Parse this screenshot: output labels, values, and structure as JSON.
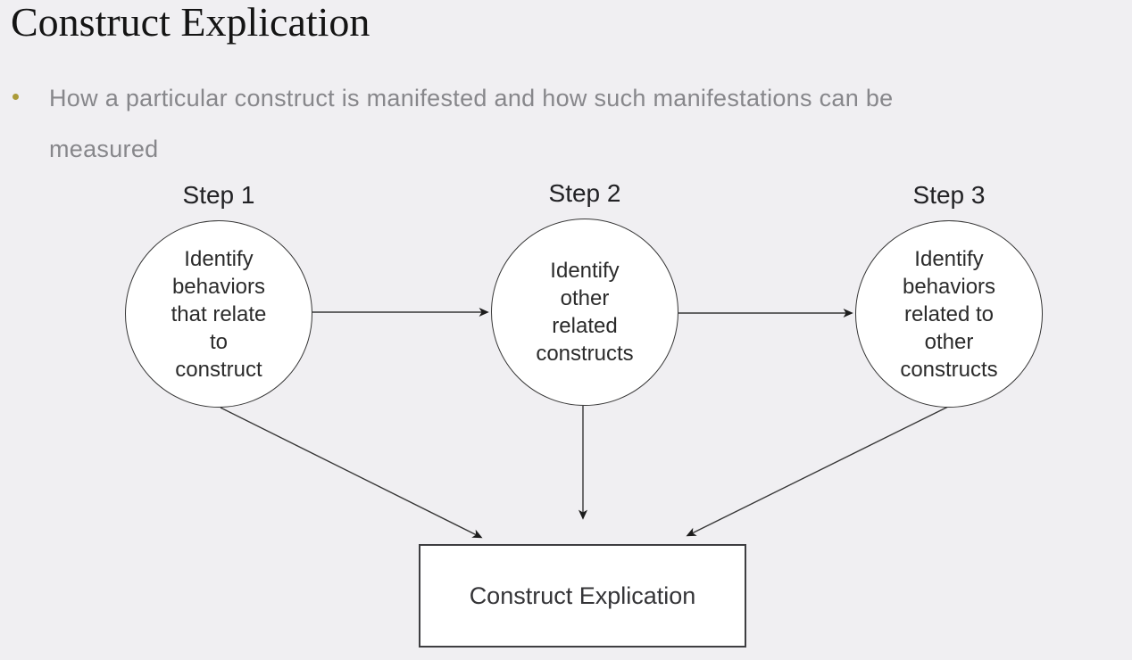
{
  "slide": {
    "title": "Construct Explication",
    "bullet": {
      "lines": [
        "How a particular construct is manifested and how such manifestations can be",
        "measured"
      ]
    }
  },
  "diagram": {
    "steps": [
      {
        "label": "Step 1",
        "lines": [
          "Identify",
          "behaviors",
          "that relate",
          "to",
          "construct"
        ]
      },
      {
        "label": "Step 2",
        "lines": [
          "Identify",
          "other",
          "related",
          "constructs"
        ]
      },
      {
        "label": "Step 3",
        "lines": [
          "Identify",
          "behaviors",
          "related to",
          "other",
          "constructs"
        ]
      }
    ],
    "result_box": {
      "label": "Construct Explication"
    },
    "arrows": [
      "step1-to-step2",
      "step2-to-step3",
      "step1-to-result",
      "step2-to-result",
      "step3-to-result"
    ]
  },
  "colors": {
    "background": "#f0eff2",
    "title_text": "#141414",
    "body_text": "#87878b",
    "bullet_dot": "#ab9b39",
    "shape_stroke": "#363636",
    "shape_fill": "#ffffff",
    "diagram_text": "#2b2b2b"
  }
}
